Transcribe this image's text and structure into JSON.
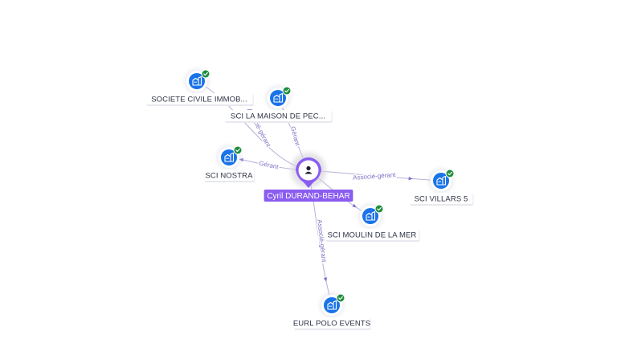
{
  "colors": {
    "edge": "#b6b0d6",
    "edge_label": "#7e74c4",
    "person": "#8a5cf0",
    "company": "#1a73e8",
    "verified": "#1e8e3e"
  },
  "center": {
    "name": "Cyril DURAND-BEHAR",
    "icon": "person-icon"
  },
  "companies": [
    {
      "id": "c1",
      "name": "SOCIETE CIVILE IMMOB...",
      "icon": "building-icon",
      "badge": "check-icon"
    },
    {
      "id": "c2",
      "name": "SCI LA MAISON DE PEC...",
      "icon": "building-icon",
      "badge": "check-icon"
    },
    {
      "id": "c3",
      "name": "SCI NOSTRA",
      "icon": "building-icon",
      "badge": "check-icon"
    },
    {
      "id": "c4",
      "name": "SCI VILLARS 5",
      "icon": "building-icon",
      "badge": "check-icon"
    },
    {
      "id": "c5",
      "name": "SCI MOULIN DE LA MER",
      "icon": "building-icon",
      "badge": "check-icon"
    },
    {
      "id": "c6",
      "name": "EURL POLO EVENTS",
      "icon": "building-icon",
      "badge": "check-icon"
    }
  ],
  "edges": [
    {
      "target": "c1",
      "label": "Associé-gérant"
    },
    {
      "target": "c2",
      "label": "Gérant"
    },
    {
      "target": "c3",
      "label": "Gérant"
    },
    {
      "target": "c4",
      "label": "Associé-gérant"
    },
    {
      "target": "c5",
      "label": ""
    },
    {
      "target": "c6",
      "label": "Associé-gérant"
    }
  ]
}
